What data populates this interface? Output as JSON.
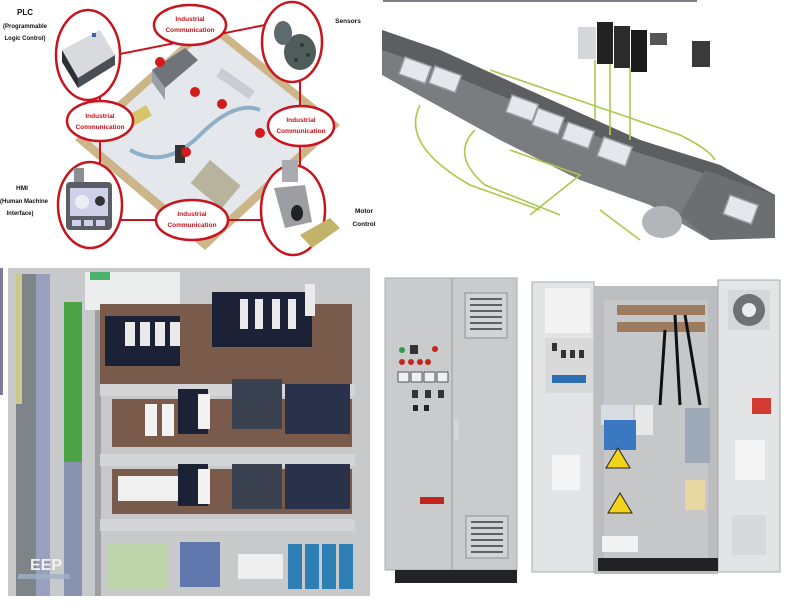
{
  "collage": {
    "panels": [
      {
        "id": "plc-network-diagram",
        "kind": "illustration"
      },
      {
        "id": "conveyor-automation-render",
        "kind": "illustration"
      },
      {
        "id": "plc-control-cabinet-photo",
        "kind": "photo"
      },
      {
        "id": "electrical-cabinets-photo",
        "kind": "photo"
      }
    ]
  },
  "diagram": {
    "plc": {
      "title": "PLC",
      "line1": "(Programmable",
      "line2": "Logic Control)"
    },
    "sensors": {
      "title": "Sensors"
    },
    "hmi": {
      "title": "HMI",
      "line1": "(Human Machine",
      "line2": "Interface)"
    },
    "motor": {
      "line1": "Motor",
      "line2": "Control"
    },
    "comm_top": {
      "line1": "Industrial",
      "line2": "Communication"
    },
    "comm_left": {
      "line1": "Industrial",
      "line2": "Communication"
    },
    "comm_right": {
      "line1": "Industrial",
      "line2": "Communication"
    },
    "comm_bottom": {
      "line1": "Industrial",
      "line2": "Communication"
    },
    "colors": {
      "ring": "#c8141e",
      "floor": "#e4e7ec",
      "wall": "#cdb58a"
    }
  },
  "cabinet_photo": {
    "watermark": "EEP"
  },
  "colors": {
    "cabinet_gray": "#c9cbcd",
    "module_dark": "#1f2a44",
    "warning_yellow": "#f2d21b",
    "cable_green": "#a9c94a",
    "handle_red": "#c4261e"
  }
}
